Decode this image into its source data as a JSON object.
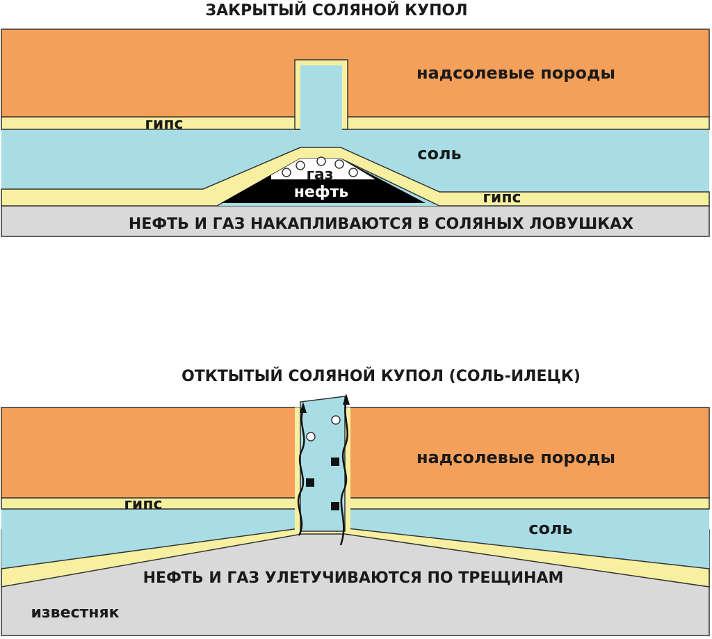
{
  "top": {
    "title": "ЗАКРЫТЫЙ СОЛЯНОЙ КУПОЛ",
    "overburden": "надсолевые породы",
    "gypsum_upper": "гипс",
    "salt": "соль",
    "gas": "газ",
    "oil": "нефть",
    "gypsum_lower": "гипс",
    "caption": "НЕФТЬ И ГАЗ НАКАПЛИВАЮТСЯ В СОЛЯНЫХ ЛОВУШКАХ"
  },
  "bottom": {
    "title": "ОТКТЫТЫЙ СОЛЯНОЙ КУПОЛ (СОЛЬ-ИЛЕЦК)",
    "overburden": "надсолевые породы",
    "gypsum": "гипс",
    "salt": "соль",
    "caption": "НЕФТЬ И ГАЗ УЛЕТУЧИВАЮТСЯ ПО ТРЕЩИНАМ",
    "limestone": "известняк"
  },
  "colors": {
    "overburden": "#f5a05a",
    "gypsum": "#f7f0a0",
    "salt": "#a8dde6",
    "base": "#d9d9d9",
    "oil": "#000000",
    "outline": "#333333"
  }
}
